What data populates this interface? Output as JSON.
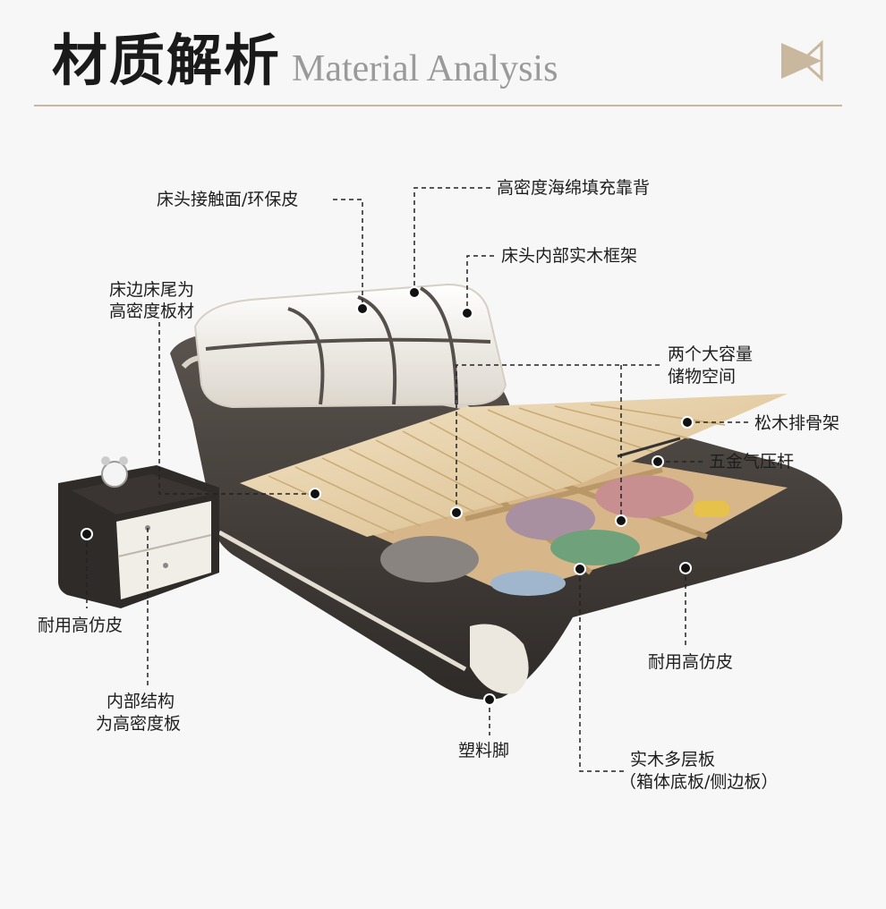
{
  "header": {
    "title_cn": "材质解析",
    "title_en": "Material Analysis"
  },
  "labels": {
    "headboard_leather": "床头接触面/环保皮",
    "sponge": "高密度海绵填充靠背",
    "wood_frame": "床头内部实木框架",
    "side_board_1": "床边床尾为",
    "side_board_2": "高密度板材",
    "storage_1": "两个大容量",
    "storage_2": "储物空间",
    "pine_slats": "松木排骨架",
    "gas_strut": "五金气压杆",
    "nightstand_leather": "耐用高仿皮",
    "nightstand_inner_1": "内部结构",
    "nightstand_inner_2": "为高密度板",
    "side_leather": "耐用高仿皮",
    "plastic_feet": "塑料脚",
    "multilayer_1": "实木多层板",
    "multilayer_2": "（箱体底板/侧边板）"
  },
  "colors": {
    "accent": "#c9b89e",
    "leather_dark": "#4a4440",
    "leather_white": "#f0ece6",
    "wood": "#e8d3ae"
  }
}
